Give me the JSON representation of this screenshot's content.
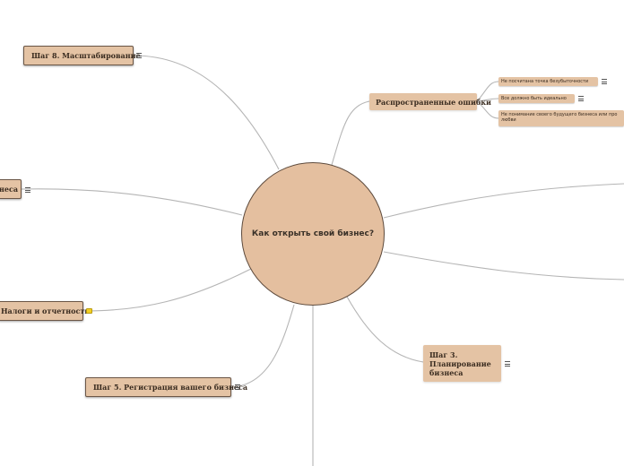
{
  "center": {
    "title": "Как открыть свой бизнес?"
  },
  "branches": {
    "mistakes": {
      "label": "Распространенные ошибки",
      "items": [
        "Не посчитана точка безубыточности",
        "Все должно быть идеально",
        "Не понимание своего будущего бизнеса или про любви"
      ]
    },
    "step8": {
      "label": "Шаг 8. Масштабирование"
    },
    "step_left": {
      "label": "неса"
    },
    "taxes": {
      "label": "Налоги и отчетность"
    },
    "step5": {
      "label": "Шаг 5. Регистрация вашего бизнеса"
    },
    "step3": {
      "label": "Шаг 3. Планирование бизнеса"
    }
  },
  "icons": [
    "note-icon",
    "clip-icon"
  ],
  "colors": {
    "node_fill": "#e4c3a4",
    "center_fill": "#e4bf9f",
    "link": "#b5b5b5"
  }
}
